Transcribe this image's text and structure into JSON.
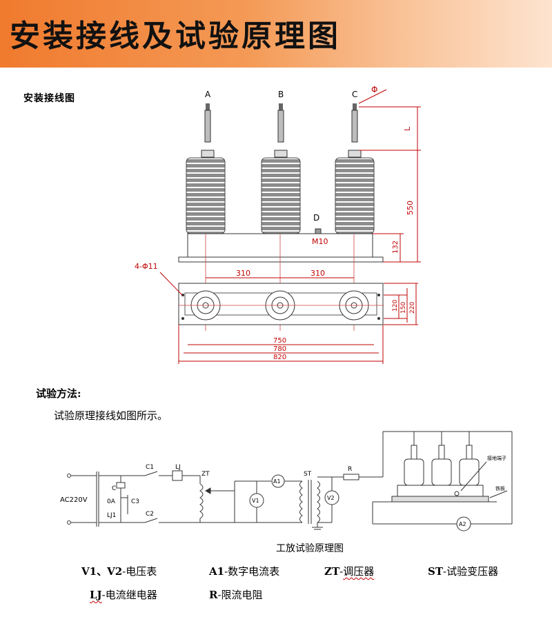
{
  "banner": {
    "title": "安装接线及试验原理图"
  },
  "install": {
    "heading": "安装接线图",
    "phases": [
      "A",
      "B",
      "C"
    ],
    "ground_label": "D",
    "bolt_label": "M10",
    "phi_label": "Φ",
    "hole_label": "4-Φ11",
    "dims": {
      "L": "L",
      "h550": "550",
      "h132": "132",
      "w310a": "310",
      "w310b": "310",
      "w120": "120",
      "w150": "150",
      "w220": "220",
      "w750": "750",
      "w780": "780",
      "w820": "820"
    }
  },
  "method": {
    "heading": "试验方法:",
    "description": "试验原理接线如图所示。"
  },
  "circuit": {
    "caption": "工放试验原理图",
    "labels": {
      "ac": "AC220V",
      "c1": "C1",
      "c2": "C2",
      "c": "C",
      "c3": "C3",
      "oa": "0A",
      "lj1": "LJ1",
      "lj": "LJ",
      "zt": "ZT",
      "st": "ST",
      "r": "R",
      "v1": "V1",
      "v2": "V2",
      "a1": "A1",
      "a2": "A2",
      "connect_terminal": "接地端子",
      "iron_plate": "铁板"
    }
  },
  "legend": [
    {
      "code": "V1、V2",
      "desc": "电压表"
    },
    {
      "code": "A1",
      "desc": "数字电流表"
    },
    {
      "code": "ZT",
      "desc": "调压器"
    },
    {
      "code": "ST",
      "desc": "试验变压器"
    },
    {
      "code": "LJ",
      "desc": "电流继电器"
    },
    {
      "code": "R",
      "desc": "限流电阻"
    }
  ]
}
